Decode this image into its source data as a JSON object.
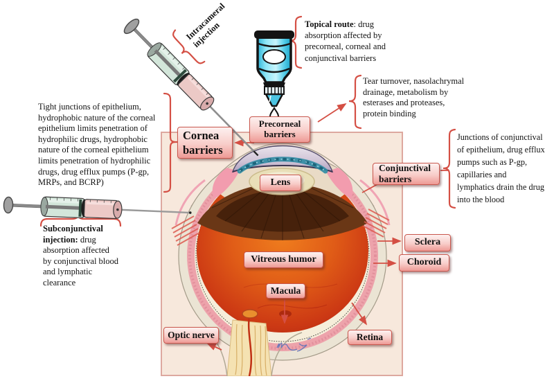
{
  "figure": {
    "labels": {
      "cornea_barriers": "Cornea\nbarriers",
      "precorneal_barriers": "Precorneal\nbarriers",
      "conjunctival_barriers": "Conjunctival\nbarriers",
      "lens": "Lens",
      "vitreous_humor": "Vitreous humor",
      "macula": "Macula",
      "optic_nerve": "Optic nerve",
      "sclera": "Sclera",
      "choroid": "Choroid",
      "retina": "Retina"
    },
    "routes": {
      "intracameral": {
        "label": "Intracameral\ninjection"
      },
      "topical": {
        "lead": "Topical route",
        "text": ": drug\nabsorption affected by\nprecorneal, corneal and\nconjunctival barriers"
      },
      "subconjunctival": {
        "lead": "Subconjunctival\ninjection:",
        "text": " drug\nabsorption affected\nby conjunctival blood\nand lymphatic\nclearance"
      }
    },
    "notes": {
      "tear": "Tear turnover, nasolachrymal\ndrainage, metabolism by\nesterases and proteases,\nprotein binding",
      "cornea": "Tight junctions of epithelium,\nhydrophobic nature of the corneal\nepithelium limits penetration of\nhydrophilic drugs, hydrophobic\nnature of the corneal epithelium\nlimits penetration of hydrophilic\ndrugs, drug efflux pumps (P-gp,\nMRPs, and BCRP)",
      "conjunctival": "Junctions of conjunctival\nof epithelium, drug efflux\npumps such as P-gp,\ncapillaries  and\nlymphatics drain the drug\ninto the blood"
    },
    "colors": {
      "accent_red": "#d44f44",
      "pill_top": "#fdf1f0",
      "pill_bottom": "#ee9a95",
      "panel_bg": "#f7e8dc",
      "vitreous_orange": "#e05c17",
      "bottle_cyan": "#3cc2e2"
    }
  }
}
